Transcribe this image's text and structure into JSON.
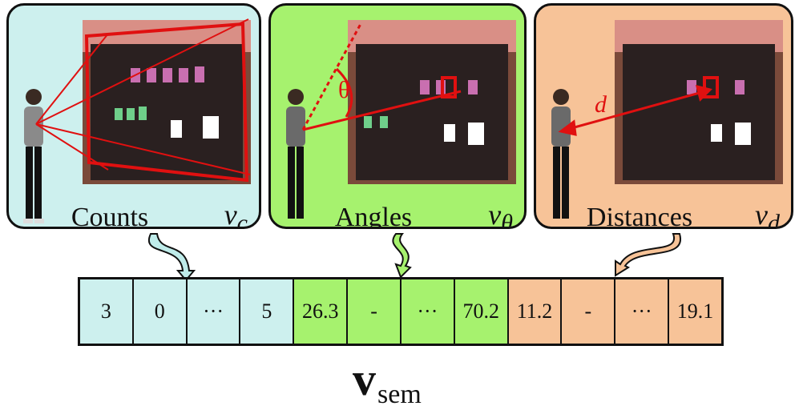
{
  "panels": [
    {
      "label": "Counts",
      "var": "v",
      "sub": "c",
      "bg": "#cdf0ee"
    },
    {
      "label": "Angles",
      "var": "v",
      "sub": "θ",
      "bg": "#a6f26e",
      "angle_symbol": "θ"
    },
    {
      "label": "Distances",
      "var": "v",
      "sub": "d",
      "bg": "#f7c398",
      "dist_symbol": "d"
    }
  ],
  "vector": {
    "cells": [
      {
        "text": "3",
        "color": "#cdf0ee"
      },
      {
        "text": "0",
        "color": "#cdf0ee"
      },
      {
        "text": "···",
        "color": "#cdf0ee"
      },
      {
        "text": "5",
        "color": "#cdf0ee"
      },
      {
        "text": "26.3",
        "color": "#a6f26e"
      },
      {
        "text": "-",
        "color": "#a6f26e"
      },
      {
        "text": "···",
        "color": "#a6f26e"
      },
      {
        "text": "70.2",
        "color": "#a6f26e"
      },
      {
        "text": "11.2",
        "color": "#f7c398"
      },
      {
        "text": "-",
        "color": "#f7c398"
      },
      {
        "text": "···",
        "color": "#f7c398"
      },
      {
        "text": "19.1",
        "color": "#f7c398"
      }
    ]
  },
  "output": {
    "symbol": "v",
    "subscript": "sem"
  }
}
